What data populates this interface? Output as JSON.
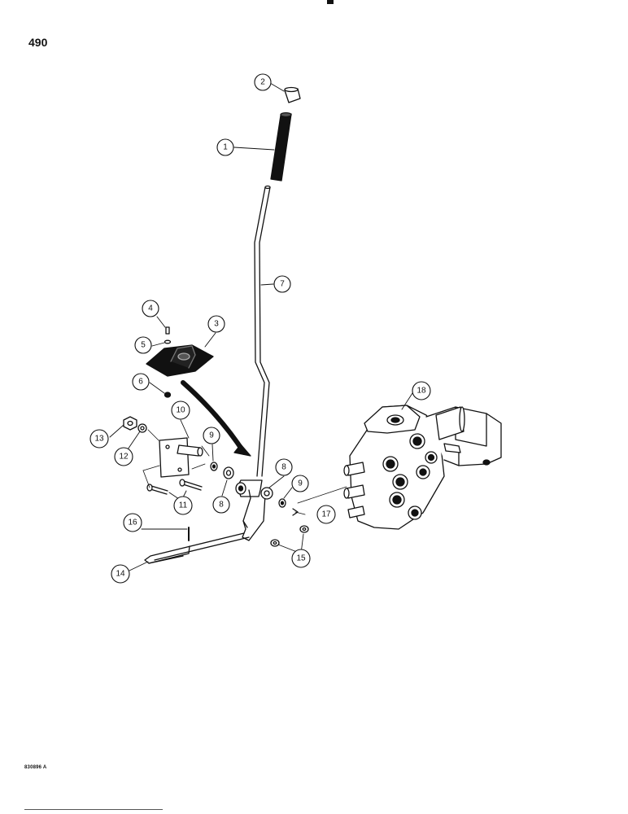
{
  "page_number": "490",
  "figure_code": "830896 A",
  "callouts": {
    "c1": "1",
    "c2": "2",
    "c3": "3",
    "c4": "4",
    "c5": "5",
    "c6": "6",
    "c7": "7",
    "c8a": "8",
    "c8b": "8",
    "c9a": "9",
    "c9b": "9",
    "c10": "10",
    "c11": "11",
    "c12": "12",
    "c13": "13",
    "c14": "14",
    "c15": "15",
    "c16": "16",
    "c17": "17",
    "c18": "18"
  },
  "colors": {
    "ink": "#111111",
    "paper": "#ffffff"
  }
}
